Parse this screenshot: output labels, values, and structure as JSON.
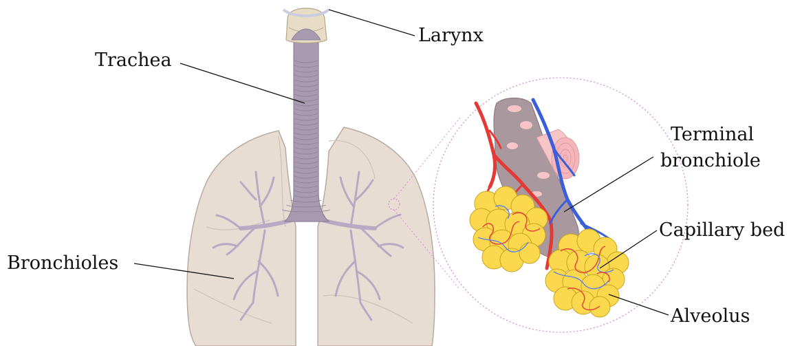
{
  "labels": {
    "larynx": "Larynx",
    "trachea": "Trachea",
    "bronchioles": "Bronchioles",
    "terminal_bronchiole_line1": "Terminal",
    "terminal_bronchiole_line2": "bronchiole",
    "capillary_bed": "Capillary bed",
    "alveolus": "Alveolus"
  },
  "colors": {
    "lung_fill": "#e8ddd3",
    "lung_stroke": "#b8aaa0",
    "trachea_fill": "#a89ab0",
    "bronchi_fill": "#b9a9c4",
    "larynx_fill": "#e7dcc6",
    "alveoli_fill": "#fbd84e",
    "artery": "#e53935",
    "vein": "#3a5fd8",
    "terminal_bronchiole": "#a9999e",
    "smooth_muscle": "#f7c4c8",
    "magnifier": "#d78bd8"
  }
}
